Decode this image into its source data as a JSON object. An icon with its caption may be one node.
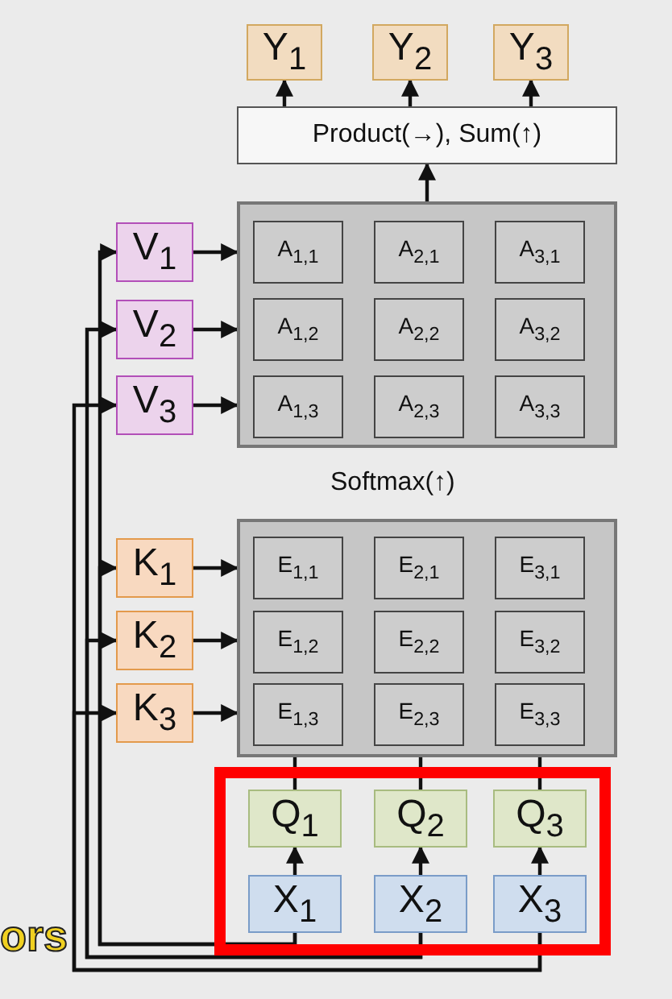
{
  "diagram": {
    "nodes": [
      {
        "text": [
          "Y$_{1}$"
        ]
      },
      {
        "text": [
          "Y$_{2}$"
        ]
      },
      {
        "text": [
          "Y$_{3}$"
        ]
      },
      {
        "text": [
          "Product(→), Sum(↑)"
        ]
      },
      {
        "text": [],
        "shape": "box"
      },
      {
        "text": [
          "A$_{1,1}$"
        ],
        "in": 4
      },
      {
        "text": [
          "A$_{2,1}$"
        ],
        "in": 4
      },
      {
        "text": [
          "A$_{3,1}$"
        ],
        "in": 4
      },
      {
        "text": [
          "A$_{1,2}$"
        ],
        "in": 4
      },
      {
        "text": [
          "A$_{2,2}$"
        ],
        "in": 4
      },
      {
        "text": [
          "A$_{3,2}$"
        ],
        "in": 4
      },
      {
        "text": [
          "A$_{1,3}$"
        ],
        "in": 4
      },
      {
        "text": [
          "A$_{2,3}$"
        ],
        "in": 4
      },
      {
        "text": [
          "A$_{3,3}$"
        ],
        "in": 4
      },
      {
        "text": [
          "V$_{1}$"
        ]
      },
      {
        "text": [
          "V$_{2}$"
        ]
      },
      {
        "text": [
          "V$_{3}$"
        ]
      },
      {
        "text": [],
        "shape": "box"
      },
      {
        "text": [
          "E$_{1,1}$"
        ],
        "in": 17
      },
      {
        "text": [
          "E$_{2,1}$"
        ],
        "in": 17
      },
      {
        "text": [
          "E$_{3,1}$"
        ],
        "in": 17
      },
      {
        "text": [
          "E$_{1,2}$"
        ],
        "in": 17
      },
      {
        "text": [
          "E$_{2,2}$"
        ],
        "in": 17
      },
      {
        "text": [
          "E$_{3,2}$"
        ],
        "in": 17
      },
      {
        "text": [
          "E$_{1,3}$"
        ],
        "in": 17
      },
      {
        "text": [
          "E$_{2,3}$"
        ],
        "in": 17
      },
      {
        "text": [
          "E$_{3,3}$"
        ],
        "in": 17
      },
      {
        "text": [
          "K$_{1}$"
        ]
      },
      {
        "text": [
          "K$_{2}$"
        ]
      },
      {
        "text": [
          "K$_{3}$"
        ]
      },
      {
        "text": [],
        "shape": "box"
      },
      {
        "text": [
          "Q$_{1}$"
        ],
        "in": 30
      },
      {
        "text": [
          "Q$_{2}$"
        ],
        "in": 30
      },
      {
        "text": [
          "Q$_{3}$"
        ],
        "in": 30
      },
      {
        "text": [
          "X$_{1}$"
        ],
        "in": 30
      },
      {
        "text": [
          "X$_{2}$"
        ],
        "in": 30
      },
      {
        "text": [
          "X$_{3}$"
        ],
        "in": 30
      }
    ],
    "edges": [
      {
        "from": 3,
        "to": 0,
        "arrow": "to"
      },
      {
        "from": 3,
        "to": 1,
        "arrow": "to"
      },
      {
        "from": 3,
        "to": 2,
        "arrow": "to"
      },
      {
        "from": 4,
        "to": 3,
        "arrow": "to"
      },
      {
        "from": 14,
        "to": 4,
        "arrow": "to"
      },
      {
        "from": 15,
        "to": 4,
        "arrow": "to"
      },
      {
        "from": 16,
        "to": 4,
        "arrow": "to"
      },
      {
        "from": 27,
        "to": 17,
        "arrow": "to"
      },
      {
        "from": 28,
        "to": 17,
        "arrow": "to"
      },
      {
        "from": 29,
        "to": 17,
        "arrow": "to"
      },
      {
        "from": 31,
        "to": 17,
        "arrow": "none"
      },
      {
        "from": 32,
        "to": 17,
        "arrow": "none"
      },
      {
        "from": 33,
        "to": 17,
        "arrow": "none"
      },
      {
        "from": 34,
        "to": 31,
        "arrow": "to"
      },
      {
        "from": 35,
        "to": 32,
        "arrow": "to"
      },
      {
        "from": 36,
        "to": 33,
        "arrow": "to"
      },
      {
        "from": 34,
        "to": 14,
        "arrow": "to"
      },
      {
        "from": 34,
        "to": 27,
        "arrow": "to"
      },
      {
        "from": 35,
        "to": 15,
        "arrow": "to"
      },
      {
        "from": 35,
        "to": 28,
        "arrow": "to"
      },
      {
        "from": 36,
        "to": 16,
        "arrow": "to"
      },
      {
        "from": 36,
        "to": 29,
        "arrow": "to"
      }
    ],
    "labels": [
      "Softmax(↑)",
      "ors"
    ]
  }
}
